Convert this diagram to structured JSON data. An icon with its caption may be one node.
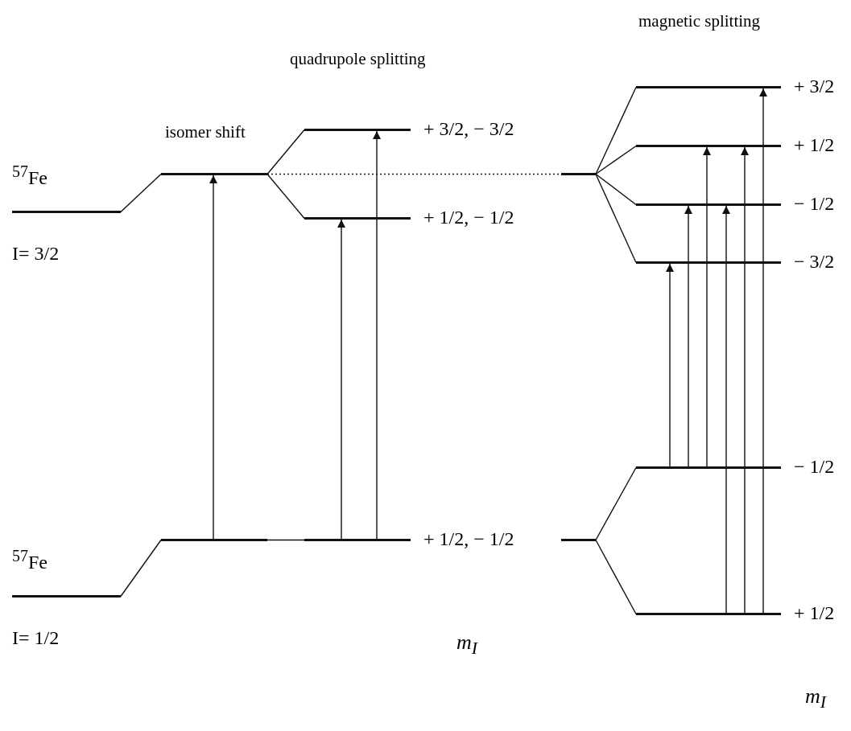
{
  "diagram": {
    "nodes": [
      {
        "text": [
          "$^{57}$Fe",
          "I= 3/2"
        ]
      },
      {
        "text": [],
        "shape": "bar"
      },
      {
        "text": [],
        "shape": "bar",
        "beside": [
          "+ 3/2, − 3/2"
        ]
      },
      {
        "text": [],
        "shape": "bar",
        "beside": [
          "+ 1/2, − 1/2"
        ]
      },
      {
        "text": [
          "$^{57}$Fe",
          "I= 1/2"
        ]
      },
      {
        "text": [],
        "shape": "bar"
      },
      {
        "text": [],
        "shape": "bar",
        "beside": [
          "+ 1/2, − 1/2"
        ]
      },
      {
        "text": [],
        "shape": "bar"
      },
      {
        "text": [],
        "shape": "bar",
        "beside": [
          "+ 3/2"
        ]
      },
      {
        "text": [],
        "shape": "bar",
        "beside": [
          "+ 1/2"
        ]
      },
      {
        "text": [],
        "shape": "bar",
        "beside": [
          "− 1/2"
        ]
      },
      {
        "text": [],
        "shape": "bar",
        "beside": [
          "− 3/2"
        ]
      },
      {
        "text": [],
        "shape": "bar"
      },
      {
        "text": [],
        "shape": "bar",
        "beside": [
          "− 1/2"
        ]
      },
      {
        "text": [],
        "shape": "bar",
        "beside": [
          "+ 1/2"
        ]
      }
    ],
    "edges": [
      {
        "from": 0,
        "to": 1,
        "arrow": "none"
      },
      {
        "from": 1,
        "to": 2,
        "arrow": "none"
      },
      {
        "from": 1,
        "to": 3,
        "arrow": "none"
      },
      {
        "from": 1,
        "to": 7,
        "arrow": "none",
        "style": "dashed"
      },
      {
        "from": 7,
        "to": 8,
        "arrow": "none"
      },
      {
        "from": 7,
        "to": 9,
        "arrow": "none"
      },
      {
        "from": 7,
        "to": 10,
        "arrow": "none"
      },
      {
        "from": 7,
        "to": 11,
        "arrow": "none"
      },
      {
        "from": 4,
        "to": 5,
        "arrow": "none"
      },
      {
        "from": 5,
        "to": 6,
        "arrow": "none"
      },
      {
        "from": 12,
        "to": 13,
        "arrow": "none"
      },
      {
        "from": 12,
        "to": 14,
        "arrow": "none"
      },
      {
        "from": 5,
        "to": 1,
        "arrow": "to"
      },
      {
        "from": 6,
        "to": 3,
        "arrow": "to"
      },
      {
        "from": 6,
        "to": 2,
        "arrow": "to"
      },
      {
        "from": 13,
        "to": 11,
        "arrow": "to"
      },
      {
        "from": 13,
        "to": 10,
        "arrow": "to"
      },
      {
        "from": 13,
        "to": 9,
        "arrow": "to"
      },
      {
        "from": 14,
        "to": 10,
        "arrow": "to"
      },
      {
        "from": 14,
        "to": 9,
        "arrow": "to"
      },
      {
        "from": 14,
        "to": 8,
        "arrow": "to"
      }
    ],
    "labels": [
      "magnetic splitting",
      "quadrupole splitting",
      "isomer shift",
      "m$_{I}$",
      "m$_{I}$"
    ]
  }
}
